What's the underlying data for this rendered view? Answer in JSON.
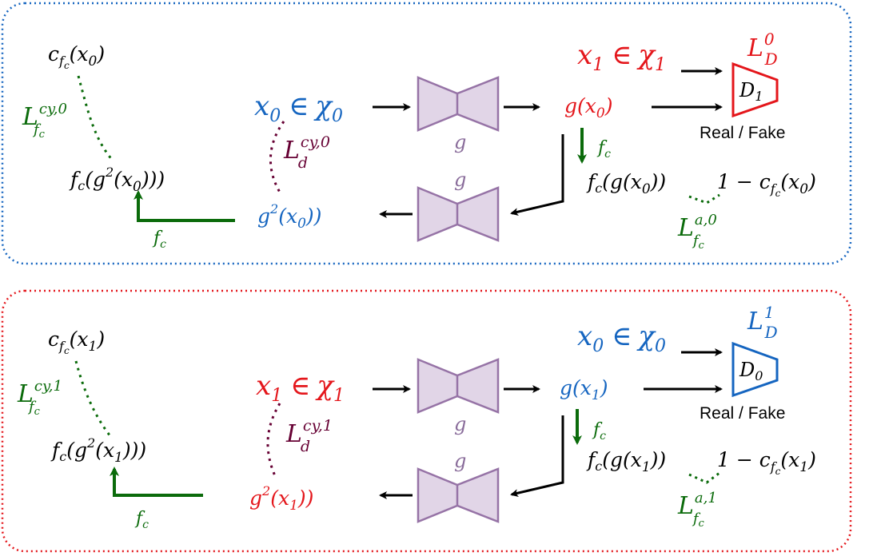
{
  "colors": {
    "blue": "#1565c0",
    "red": "#e4161b",
    "green": "#0b6b0b",
    "maroon": "#660033",
    "purple_fill": "#e1d5e7",
    "purple_stroke": "#9673a6",
    "black": "#000000"
  },
  "panels": [
    {
      "border_color": "blue",
      "input_domain": {
        "x": "x",
        "sub": "0",
        "in": "∈",
        "chi": "χ",
        "chisub": "0",
        "color": "blue"
      },
      "target_domain": {
        "x": "x",
        "sub": "1",
        "in": "∈",
        "chi": "χ",
        "chisub": "1",
        "color": "red"
      },
      "disc_loss": {
        "L": "L",
        "sup": "0",
        "sub": "D"
      },
      "discriminator": {
        "D": "D",
        "sub": "1"
      },
      "real_fake": "Real / Fake",
      "generator_label": "g",
      "g_x": {
        "pre": "g(x",
        "sub": "0",
        "post": ")"
      },
      "fc_label": {
        "f": "f",
        "sub": "c"
      },
      "fc_gx": {
        "pre": "f",
        "presub": "c",
        "mid": "(g(x",
        "sub": "0",
        "post": "))"
      },
      "one_minus_c": {
        "pre": "1 − c",
        "sub": "f",
        "subsub": "c",
        "mid": "(x",
        "xsub": "0",
        "post": ")"
      },
      "adv_loss": {
        "L": "L",
        "sup": "a,0",
        "sub": "f",
        "subsub": "c"
      },
      "g2_x": {
        "pre": "g",
        "sup": "2",
        "mid": "(x",
        "sub": "0",
        "post": "))"
      },
      "d_loss": {
        "L": "L",
        "sup": "cy,0",
        "sub": "d"
      },
      "fc_g2x": {
        "pre": "f",
        "presub": "c",
        "mid": "(g",
        "sup": "2",
        "mid2": "(x",
        "sub": "0",
        "post": ")))"
      },
      "c_fc_x": {
        "pre": "c",
        "sub": "f",
        "subsub": "c",
        "mid": "(x",
        "xsub": "0",
        "post": ")"
      },
      "cy_loss": {
        "L": "L",
        "sup": "cy,0",
        "sub": "f",
        "subsub": "c"
      }
    },
    {
      "border_color": "red",
      "input_domain": {
        "x": "x",
        "sub": "1",
        "in": "∈",
        "chi": "χ",
        "chisub": "1",
        "color": "red"
      },
      "target_domain": {
        "x": "x",
        "sub": "0",
        "in": "∈",
        "chi": "χ",
        "chisub": "0",
        "color": "blue"
      },
      "disc_loss": {
        "L": "L",
        "sup": "1",
        "sub": "D"
      },
      "discriminator": {
        "D": "D",
        "sub": "0"
      },
      "real_fake": "Real / Fake",
      "generator_label": "g",
      "g_x": {
        "pre": "g(x",
        "sub": "1",
        "post": ")"
      },
      "fc_label": {
        "f": "f",
        "sub": "c"
      },
      "fc_gx": {
        "pre": "f",
        "presub": "c",
        "mid": "(g(x",
        "sub": "1",
        "post": "))"
      },
      "one_minus_c": {
        "pre": "1 − c",
        "sub": "f",
        "subsub": "c",
        "mid": "(x",
        "xsub": "1",
        "post": ")"
      },
      "adv_loss": {
        "L": "L",
        "sup": "a,1",
        "sub": "f",
        "subsub": "c"
      },
      "g2_x": {
        "pre": "g",
        "sup": "2",
        "mid": "(x",
        "sub": "1",
        "post": "))"
      },
      "d_loss": {
        "L": "L",
        "sup": "cy,1",
        "sub": "d"
      },
      "fc_g2x": {
        "pre": "f",
        "presub": "c",
        "mid": "(g",
        "sup": "2",
        "mid2": "(x",
        "sub": "1",
        "post": ")))"
      },
      "c_fc_x": {
        "pre": "c",
        "sub": "f",
        "subsub": "c",
        "mid": "(x",
        "xsub": "1",
        "post": ")"
      },
      "cy_loss": {
        "L": "L",
        "sup": "cy,1",
        "sub": "f",
        "subsub": "c"
      }
    }
  ]
}
